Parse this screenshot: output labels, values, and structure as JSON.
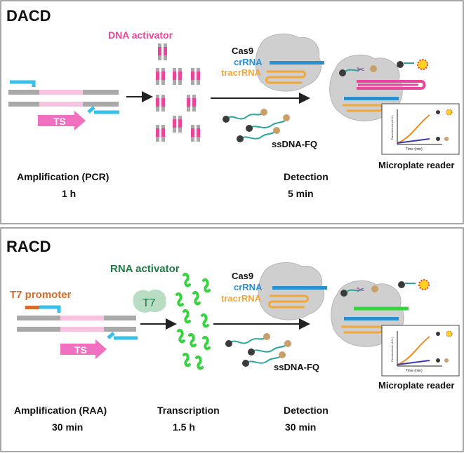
{
  "colors": {
    "dna_pink": "#e8469b",
    "ts_pink": "#f06fbf",
    "dna_gray": "#a9a9a9",
    "primer_blue": "#36c0ea",
    "crrna_blue": "#2a8fd0",
    "tracrrna_orange": "#f0a738",
    "rna_green": "#35d33d",
    "t7_green_text": "#1d7a45",
    "t7_blob": "#b9ddc2",
    "promoter_orange": "#d96a2a",
    "cas9_gray": "#cfcfcf",
    "bead_tan": "#c9a06a",
    "bead_dark": "#3a3a3a",
    "spark_yellow": "#ffd21f",
    "spark_red": "#e53b2c",
    "curve_orange": "#f08a1f",
    "curve_blue": "#3a3ab0"
  },
  "panel_dacd": {
    "title": "DACD",
    "ts_label": "TS",
    "activator_label": "DNA activator",
    "cas9_label": "Cas9",
    "crrna_label": "crRNA",
    "tracrrna_label": "tracrRNA",
    "ssdna_label": "ssDNA-FQ",
    "reader": {
      "ylabel": "Fluorescence (A.U.)",
      "xlabel": "Time (min)",
      "caption": "Microplate reader"
    },
    "steps": [
      {
        "name": "Amplification (PCR)",
        "time": "1 h"
      },
      {
        "name": "Detection",
        "time": "5 min"
      }
    ]
  },
  "panel_racd": {
    "title": "RACD",
    "promoter_label": "T7 promoter",
    "t7_label": "T7",
    "ts_label": "TS",
    "activator_label": "RNA activator",
    "cas9_label": "Cas9",
    "crrna_label": "crRNA",
    "tracrrna_label": "tracrRNA",
    "ssdna_label": "ssDNA-FQ",
    "reader": {
      "ylabel": "Fluorescence (A.U.)",
      "xlabel": "Time (min)",
      "caption": "Microplate reader"
    },
    "steps": [
      {
        "name": "Amplification (RAA)",
        "time": "30 min"
      },
      {
        "name": "Transcription",
        "time": "1.5 h"
      },
      {
        "name": "Detection",
        "time": "30 min"
      }
    ]
  }
}
